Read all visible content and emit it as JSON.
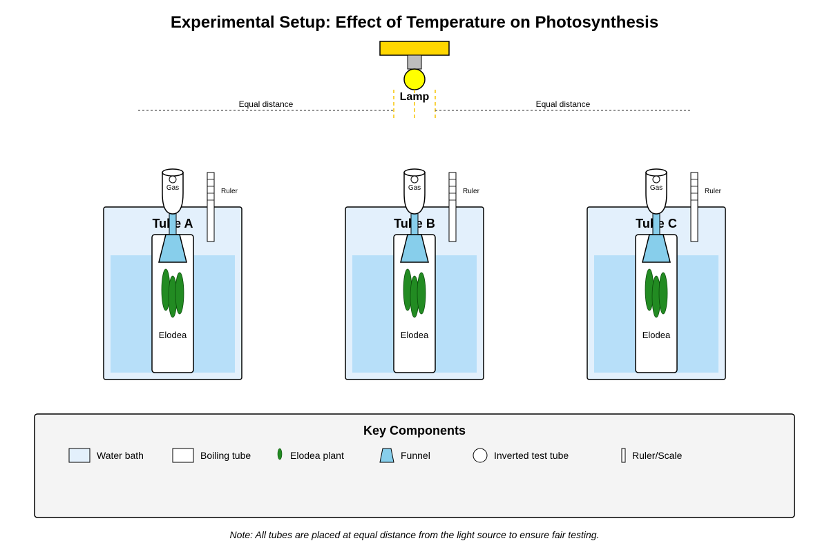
{
  "title": "Experimental Setup: Effect of Temperature on Photosynthesis",
  "lamp": {
    "label": "Lamp"
  },
  "distance": {
    "left_label": "Equal distance",
    "right_label": "Equal distance"
  },
  "setups": [
    {
      "tube_label": "Tube A",
      "gas_label": "Gas",
      "ruler_label": "Ruler",
      "plant_label": "Elodea"
    },
    {
      "tube_label": "Tube B",
      "gas_label": "Gas",
      "ruler_label": "Ruler",
      "plant_label": "Elodea"
    },
    {
      "tube_label": "Tube C",
      "gas_label": "Gas",
      "ruler_label": "Ruler",
      "plant_label": "Elodea"
    }
  ],
  "legend": {
    "title": "Key Components",
    "items": [
      {
        "label": "Water bath",
        "icon": "water-bath-icon"
      },
      {
        "label": "Boiling tube",
        "icon": "boiling-tube-icon"
      },
      {
        "label": "Elodea plant",
        "icon": "elodea-leaf-icon"
      },
      {
        "label": "Funnel",
        "icon": "funnel-icon"
      },
      {
        "label": "Inverted test tube",
        "icon": "circle-icon"
      },
      {
        "label": "Ruler/Scale",
        "icon": "ruler-icon"
      }
    ]
  },
  "note": "Note: All tubes are placed at equal distance from the light source to ensure fair testing.",
  "colors": {
    "lamp_housing": "#FFD700",
    "bulb": "#FFFF00",
    "water_bath": "#E3F0FC",
    "water": "#B7DFF9",
    "funnel": "#87CEEB",
    "plant": "#228B22",
    "light_rays": "#F5C400",
    "legend_bg": "#F4F4F4"
  }
}
